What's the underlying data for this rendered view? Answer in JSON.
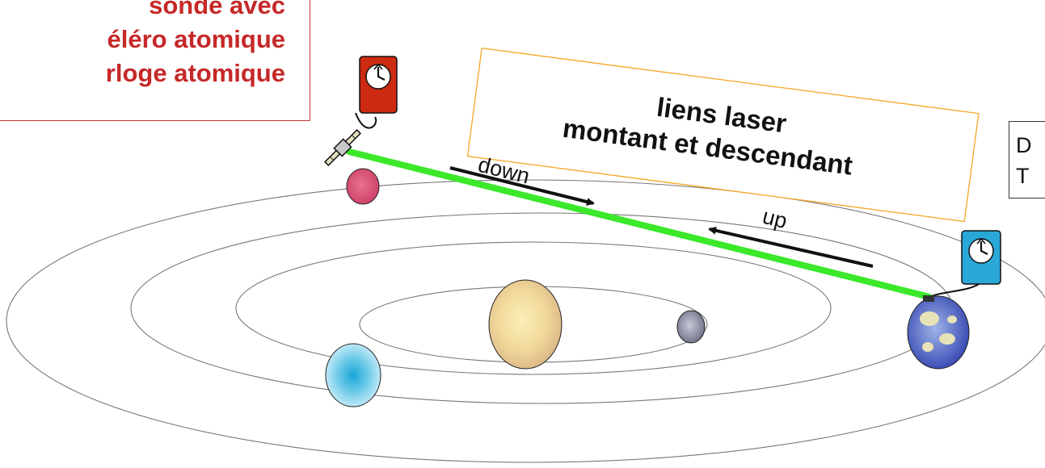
{
  "probe_caption": {
    "line1": "sonde avec",
    "line2": "éléro atomique",
    "line3": "rloge atomique",
    "color": "#c62828"
  },
  "link_banner": {
    "line1": "liens laser",
    "line2": "montant et descendant",
    "border_color": "#f5a623"
  },
  "ground_caption": {
    "line1": "D",
    "line2": "T"
  },
  "arrows": {
    "down_label": "down",
    "up_label": "up"
  },
  "laser_color": "#3be82a",
  "clock_probe_color": "#cc2a12",
  "clock_ground_color": "#2aa8d8",
  "icons": [
    "clock-icon",
    "satellite-icon",
    "planet-icon",
    "sun-icon",
    "earth-icon"
  ]
}
